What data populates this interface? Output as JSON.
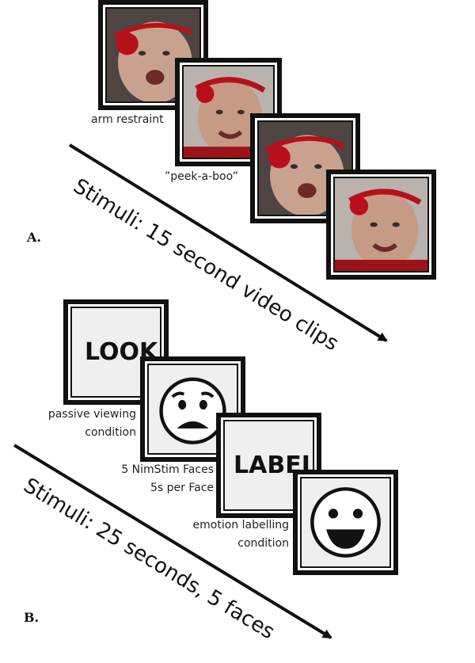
{
  "panel_a": {
    "letter": "A.",
    "diagonal_label": "Stimuli: 15 second video clips",
    "captions": {
      "arm_restraint": "arm restraint",
      "peek_a_boo": "”peek-a-boo”"
    }
  },
  "panel_b": {
    "letter": "B.",
    "diagonal_label": "Stimuli: 25 seconds, 5 faces",
    "cards": {
      "look": "LOOK",
      "label": "LABEL"
    },
    "captions": {
      "passive_line1": "passive viewing",
      "passive_line2": "condition",
      "nimstim_line1": "5 NimStim Faces",
      "nimstim_line2": "5s per Face",
      "emotion_line1": "emotion labelling",
      "emotion_line2": "condition"
    }
  },
  "colors": {
    "frame": "#111111",
    "card_fill": "#efefef",
    "photo_tone": "#c9a28f",
    "headband": "#b8101a"
  }
}
